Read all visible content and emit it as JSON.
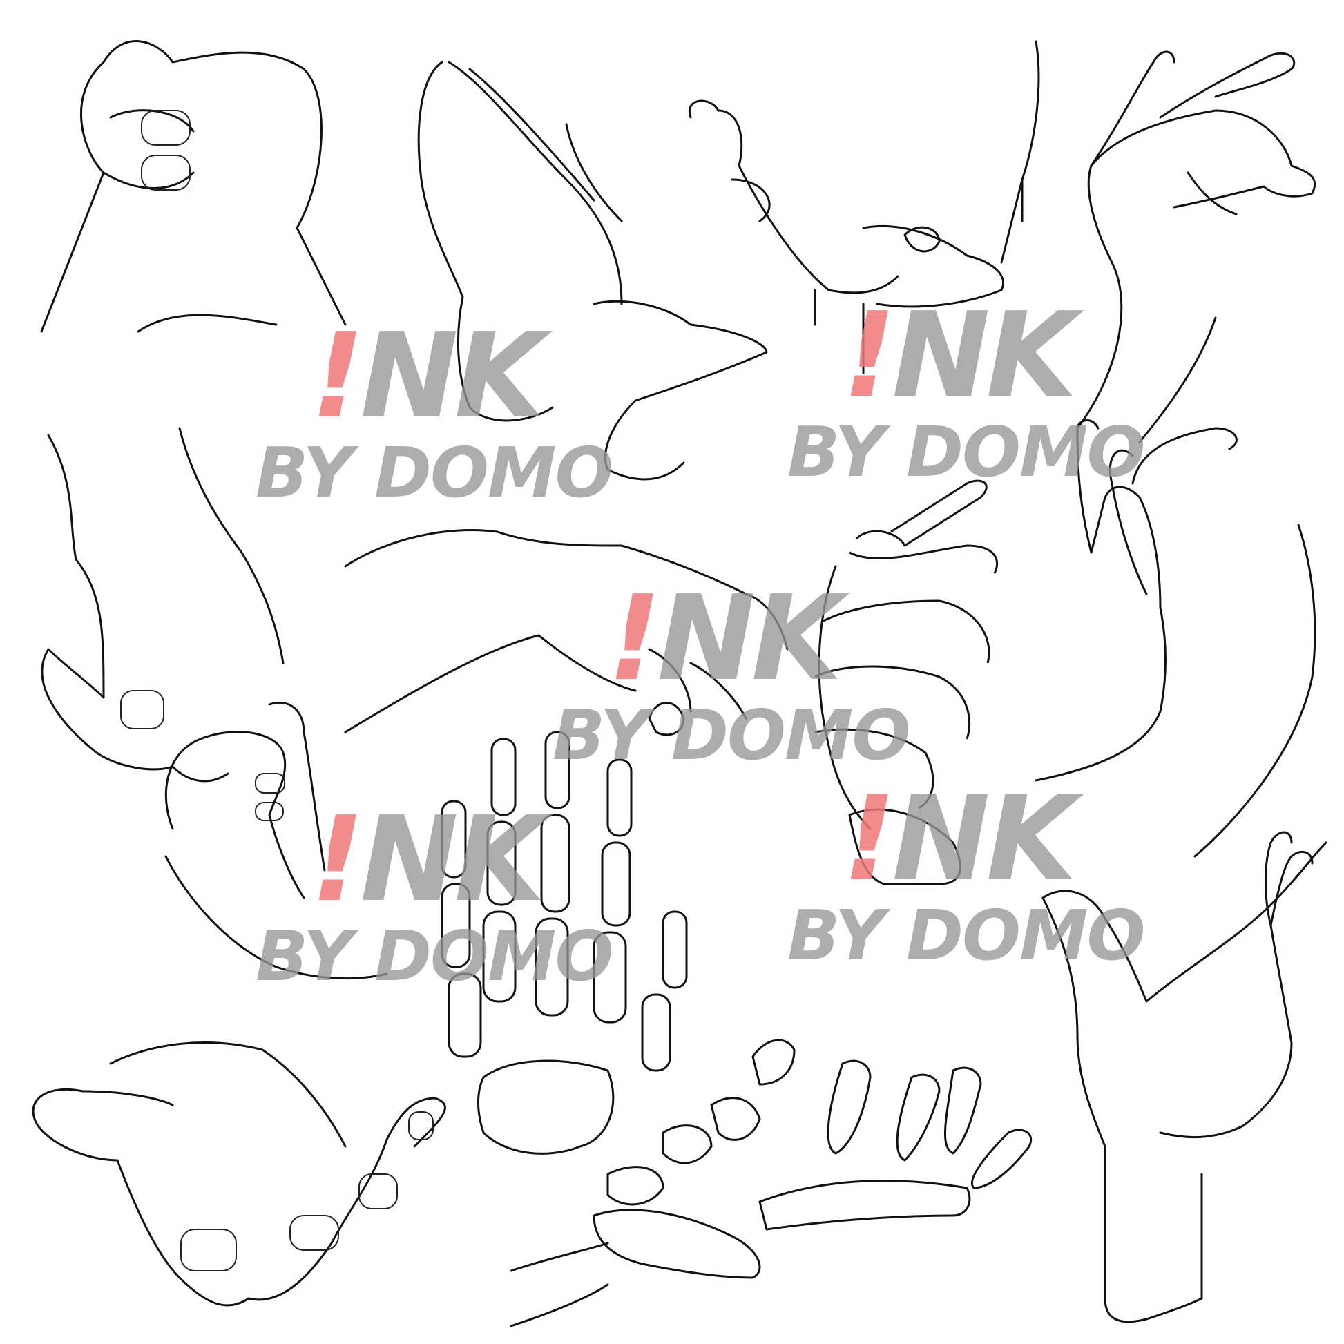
{
  "watermark": {
    "line1_mark": "!",
    "line1_rest": "NK",
    "line2": "BY DOMO",
    "mark_color": "#f07878",
    "text_color": "#969696"
  },
  "subjects": [
    "clasped-hands-sketch",
    "praying-hands-sketch",
    "dripping-hand-sketch",
    "pinching-hand-sketch",
    "open-palm-reaching-sketch",
    "reaching-hand-sketch",
    "skeleton-hands-entwined",
    "cupped-hand-sketch",
    "holding-baby-hand-sketch",
    "skeleton-hand-upright",
    "offering-hand-sketch",
    "skeleton-hand-reaching",
    "pinching-raised-hand-sketch"
  ],
  "palette": {
    "background": "#ffffff",
    "line": "#111111"
  }
}
